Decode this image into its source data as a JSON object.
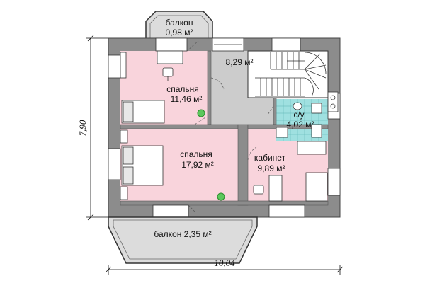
{
  "rooms": {
    "balcony_top": {
      "name": "балкон",
      "area": "0,98 м²"
    },
    "hall": {
      "area": "8,29 м²"
    },
    "bedroom_small": {
      "name": "спальня",
      "area": "11,46 м²"
    },
    "bedroom_large": {
      "name": "спальня",
      "area": "17,92 м²"
    },
    "bathroom": {
      "name": "с/у",
      "area": "4,02 м²"
    },
    "office": {
      "name": "кабинет",
      "area": "9,89 м²"
    },
    "balcony_bottom": {
      "name": "балкон 2,35 м²"
    }
  },
  "dimensions": {
    "width": "10,04",
    "height": "7,90"
  },
  "colors": {
    "wall": "#8c8c8c",
    "bedroom": "#f9d4dc",
    "hall": "#cccccc",
    "bathroom": "#9fe0e0",
    "balcony": "#dcdcdc"
  }
}
